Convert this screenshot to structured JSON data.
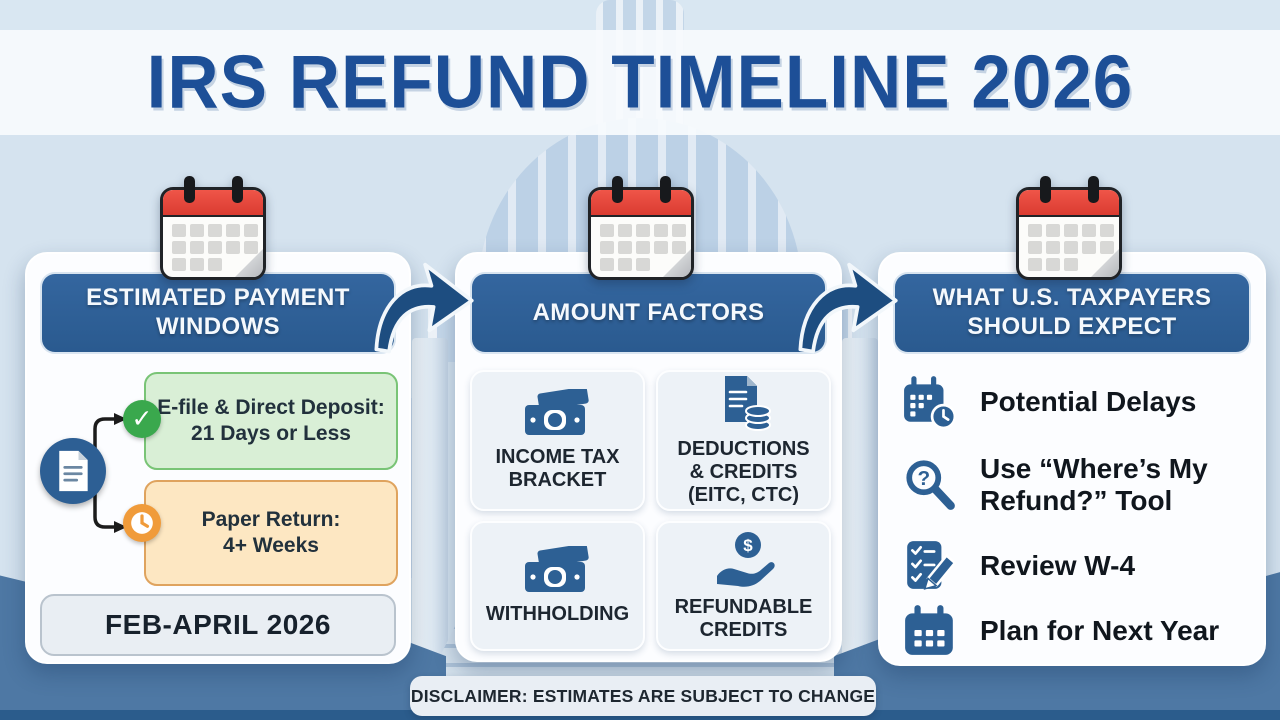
{
  "title": "IRS REFUND TIMELINE 2026",
  "disclaimer": "DISCLAIMER: ESTIMATES ARE SUBJECT TO CHANGE",
  "glyphs": {
    "check": "✓",
    "question": "?",
    "dollar": "$"
  },
  "colors": {
    "panel_header_blue": "#2d5f94",
    "title_blue": "#1d4f97",
    "success_green": "#3aa84d",
    "pending_orange": "#f09b3a",
    "icon_blue": "#2d6094",
    "arrow_blue": "#1d4d80"
  },
  "panels": {
    "payment_windows": {
      "header": "ESTIMATED PAYMENT\nWINDOWS",
      "efile": "E-file & Direct Deposit:\n21 Days or Less",
      "paper": "Paper Return:\n4+ Weeks",
      "window_badge": "FEB-APRIL 2026"
    },
    "amount_factors": {
      "header": "AMOUNT FACTORS",
      "boxes": [
        {
          "label": "INCOME TAX\nBRACKET",
          "icon": "money-bill-icon"
        },
        {
          "label": "DEDUCTIONS\n& CREDITS\n(EITC, CTC)",
          "icon": "document-coins-icon"
        },
        {
          "label": "WITHHOLDING",
          "icon": "money-bill-icon"
        },
        {
          "label": "REFUNDABLE\nCREDITS",
          "icon": "hand-dollar-icon"
        }
      ]
    },
    "taxpayer_expectations": {
      "header": "WHAT U.S. TAXPAYERS\nSHOULD EXPECT",
      "items": [
        {
          "label": "Potential Delays",
          "icon": "calendar-clock-icon"
        },
        {
          "label": "Use “Where’s My\nRefund?” Tool",
          "icon": "magnifier-question-icon"
        },
        {
          "label": "Review W-4",
          "icon": "checklist-pencil-icon"
        },
        {
          "label": "Plan for Next Year",
          "icon": "calendar-grid-icon"
        }
      ]
    }
  }
}
